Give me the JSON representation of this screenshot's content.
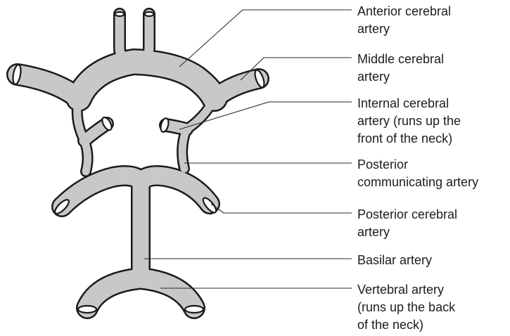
{
  "labels": {
    "anterior_cerebral": [
      "Anterior cerebral",
      "artery"
    ],
    "middle_cerebral": [
      "Middle cerebral",
      "artery"
    ],
    "internal_cerebral": [
      "Internal cerebral",
      "artery (runs up the",
      "front of the neck)"
    ],
    "posterior_communicating": [
      "Posterior",
      "communicating artery"
    ],
    "posterior_cerebral": [
      "Posterior cerebral",
      "artery"
    ],
    "basilar": [
      "Basilar artery"
    ],
    "vertebral": [
      "Vertebral artery",
      "(runs up the back",
      "of the neck)"
    ]
  },
  "colors": {
    "vessel_fill": "#c8c8c8",
    "vessel_outline": "#1a1a1a",
    "leader_line": "#2a2a2a",
    "text": "#1c1c1c"
  }
}
